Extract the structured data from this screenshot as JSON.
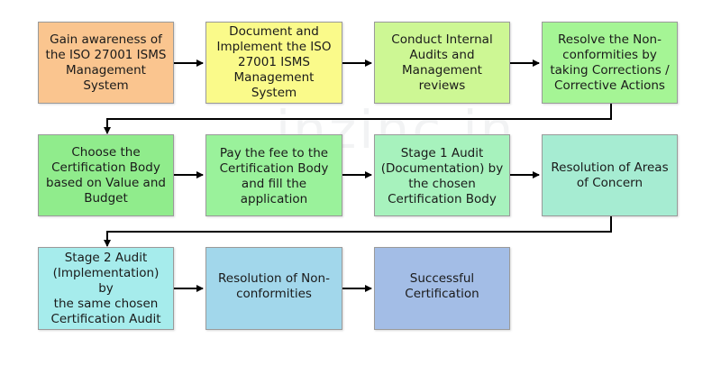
{
  "watermark": "inzinc.in",
  "steps": [
    {
      "label": "Gain awareness of\nthe ISO 27001 ISMS\nManagement System",
      "color": "#fac58f"
    },
    {
      "label": "Document and\nImplement the ISO\n27001 ISMS\nManagement System",
      "color": "#fafa8a"
    },
    {
      "label": "Conduct Internal\nAudits and\nManagement reviews",
      "color": "#cdf794"
    },
    {
      "label": "Resolve the Non-\nconformities by\ntaking Corrections /\nCorrective Actions",
      "color": "#a5f595"
    },
    {
      "label": "Choose the\nCertification Body\nbased on Value and\nBudget",
      "color": "#90ec8c"
    },
    {
      "label": "Pay the fee to the\nCertification Body\nand fill the\napplication",
      "color": "#9af29b"
    },
    {
      "label": "Stage 1 Audit\n(Documentation) by\nthe chosen\nCertification Body",
      "color": "#a7f2bd"
    },
    {
      "label": "Resolution of Areas\nof Concern",
      "color": "#a6ecd2"
    },
    {
      "label": "Stage 2 Audit\n(Implementation) by\nthe same chosen\nCertification Audit",
      "color": "#a6ecec"
    },
    {
      "label": "Resolution of Non-\nconformities",
      "color": "#a2d7eb"
    },
    {
      "label": "Successful\nCertification",
      "color": "#a3bde6"
    }
  ]
}
